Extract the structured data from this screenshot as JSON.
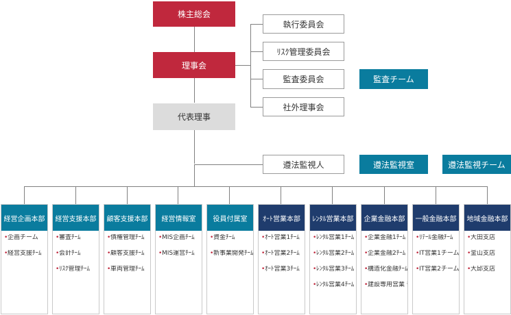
{
  "top": {
    "shareholders": "株主総会",
    "board": "理事会",
    "representative": "代表理事"
  },
  "committees": [
    "執行委員会",
    "ﾘｽｸ管理委員会",
    "監査委員会",
    "社外理事会"
  ],
  "audit_team": "監査チーム",
  "compliance": {
    "supervisor": "遵法監視人",
    "office": "遵法監視室",
    "team": "遵法監視チーム"
  },
  "departments": [
    {
      "name": "経営企画本部",
      "items": [
        "企画チーム",
        "経営支援ﾁｰﾑ"
      ]
    },
    {
      "name": "経営支援本部",
      "items": [
        "審査ﾁｰﾑ",
        "会計ﾁｰﾑ",
        "ﾘｽｸ管理ﾁｰﾑ"
      ]
    },
    {
      "name": "顧客支援本部",
      "items": [
        "債権管理ﾁｰﾑ",
        "顧客支援ﾁｰﾑ",
        "車両管理ﾁｰﾑ"
      ]
    },
    {
      "name": "経営情報室",
      "items": [
        "MIS企画ﾁｰﾑ",
        "MIS運営ﾁｰﾑ"
      ]
    },
    {
      "name": "役員付属室",
      "items": [
        "資金ﾁｰﾑ",
        "新事業開発ﾁｰﾑ"
      ]
    },
    {
      "name": "ｵｰﾄ営業本部",
      "items": [
        "ｵｰﾄ営業1ﾁｰﾑ",
        "ｵｰﾄ営業2ﾁｰﾑ",
        "ｵｰﾄ営業3ﾁｰﾑ"
      ]
    },
    {
      "name": "ﾚﾝﾀﾙ営業本部",
      "items": [
        "ﾚﾝﾀﾙ営業1ﾁｰﾑ",
        "ﾚﾝﾀﾙ営業2ﾁｰﾑ",
        "ﾚﾝﾀﾙ営業3ﾁｰﾑ",
        "ﾚﾝﾀﾙ営業4ﾁｰﾑ"
      ]
    },
    {
      "name": "企業金融本部",
      "items": [
        "企業金融1ﾁｰﾑ",
        "企業金融2ﾁｰﾑ",
        "構造化金融ﾁｰﾑ",
        "建設専用営業 ﾁｰﾑ"
      ]
    },
    {
      "name": "一般金融本部",
      "items": [
        "ﾘﾃｰﾙ金融ﾁｰﾑ",
        "IT営業1チーム",
        "IT営業2チーム"
      ]
    },
    {
      "name": "地域金融本部",
      "items": [
        "大田支店",
        "釜山支店",
        "大邱支店"
      ]
    }
  ],
  "colors": {
    "red": "#c0283d",
    "teal": "#0a7c9e",
    "navy": "#1f3c6d",
    "gray": "#dcdcdc"
  }
}
